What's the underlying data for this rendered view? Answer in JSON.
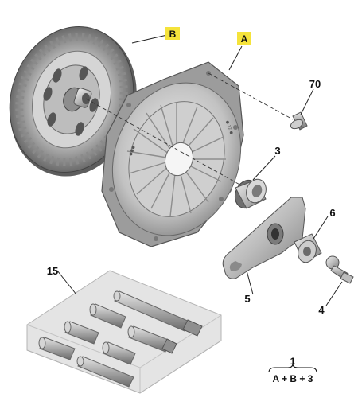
{
  "labels": {
    "disc": "B",
    "cover": "A",
    "bolt": "70",
    "bearing": "3",
    "fork": "5",
    "bearing_guide": "6",
    "pivot": "4",
    "pin_kit": "15"
  },
  "formula": {
    "number": "1",
    "expression": "A + B + 3"
  },
  "colors": {
    "tag_fill": "#f5e33b",
    "part_light": "#d6d6d6",
    "part_mid": "#a9a9a9",
    "part_dark": "#6d6d6d",
    "friction": "#7a7a7a",
    "box_fill": "#dcdcdc"
  }
}
